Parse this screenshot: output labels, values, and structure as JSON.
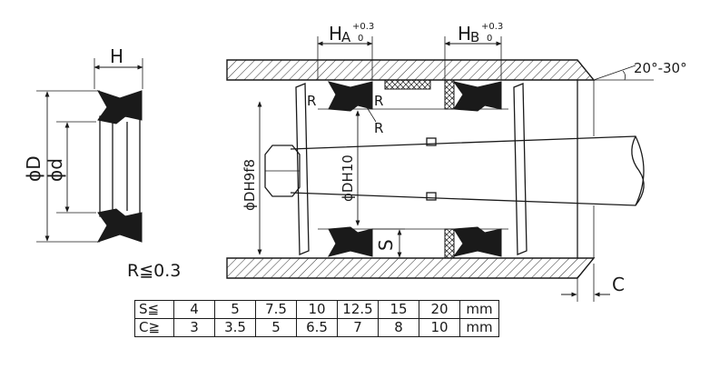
{
  "labels": {
    "h": "H",
    "phi_d_outer": "ϕD",
    "phi_d_inner": "ϕd",
    "r_limit": "R≦0.3",
    "ha_main": "H",
    "ha_sub": "A",
    "ha_tol_upper": "+0.3",
    "ha_tol_lower": "0",
    "hb_main": "H",
    "hb_sub": "B",
    "hb_tol_upper": "+0.3",
    "hb_tol_lower": "0",
    "angle": "20°-30°",
    "phi_dh9f8": "ϕDH9f8",
    "phi_dh10": "ϕDH10",
    "s": "S",
    "c": "C",
    "r1": "R",
    "r2": "R",
    "r3": "R"
  },
  "table": {
    "rows": [
      {
        "header": "S≦",
        "values": [
          "4",
          "5",
          "7.5",
          "10",
          "12.5",
          "15",
          "20"
        ],
        "unit": "mm"
      },
      {
        "header": "C≧",
        "values": [
          "3",
          "3.5",
          "5",
          "6.5",
          "7",
          "8",
          "10"
        ],
        "unit": "mm"
      }
    ]
  }
}
